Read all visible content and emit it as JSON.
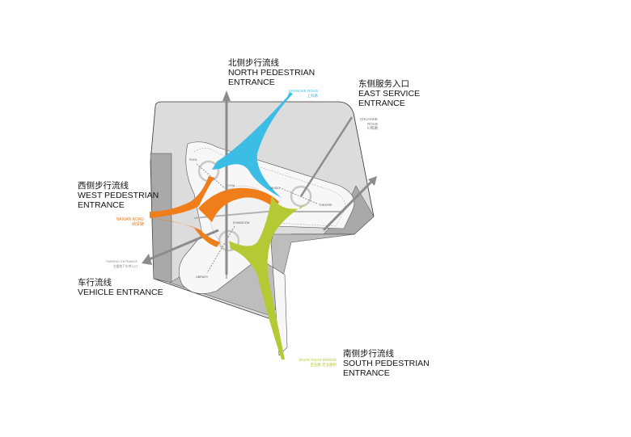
{
  "entrances": {
    "north": {
      "cn": "北侧步行流线",
      "en1": "NORTH PEDESTRIAN",
      "en2": "ENTRANCE"
    },
    "east": {
      "cn": "东侧服务入口",
      "en1": "EAST SERVICE",
      "en2": "ENTRANCE"
    },
    "west": {
      "cn": "西侧步行流线",
      "en1": "WEST PEDESTRIAN",
      "en2": "ENTRANCE"
    },
    "vehicle": {
      "cn": "车行流线",
      "en1": "VEHICLE ENTRANCE"
    },
    "south": {
      "cn": "南侧步行流线",
      "en1": "SOUTH PEDESTRIAN",
      "en2": "ENTRANCE"
    }
  },
  "roads": {
    "shangke": {
      "en": "SHANGKE ROAD",
      "cn": "上科路"
    },
    "chuanhe": {
      "en": "CHUANHE ROAD",
      "cn": "川和路"
    },
    "naxian": {
      "en": "NAXIAN ROAD",
      "cn": "纳贤路"
    },
    "parking": {
      "en": "PARKING ENTRANCE",
      "cn": "主楼地下车库入口"
    },
    "baiye": {
      "en": "BAIYE ROAD BRIDGE",
      "cn": "百业路 百业路桥"
    }
  },
  "rooms": {
    "pool": "POOL",
    "gym": "GYM",
    "music": "MUSIC",
    "theatre": "THEATRE",
    "exhibition": "EXHIBITION",
    "library": "LIBRARY"
  },
  "colors": {
    "north": "#3bbde6",
    "west": "#ef7d1a",
    "south": "#b5c935",
    "gray_arrow": "#8c8c8c"
  }
}
